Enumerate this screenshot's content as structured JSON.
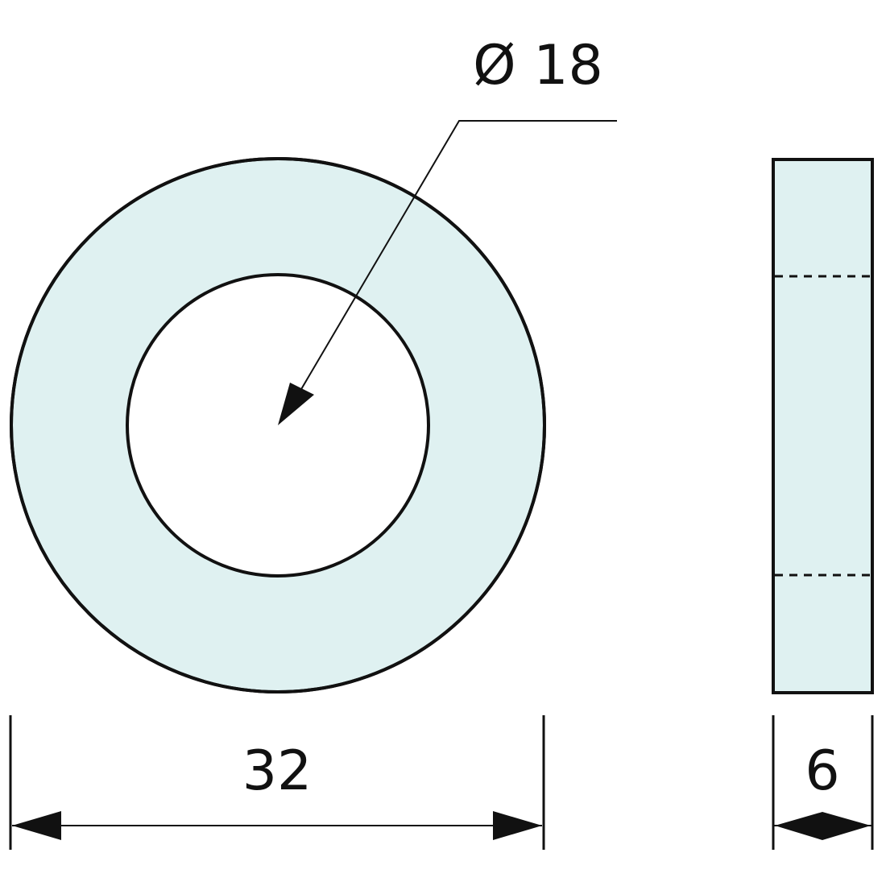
{
  "colors": {
    "fill": "#dff1f1",
    "line": "#111111",
    "background": "#ffffff"
  },
  "dimensions": {
    "inner_diameter": "Ø 18",
    "outer_diameter": "32",
    "thickness": "6"
  }
}
